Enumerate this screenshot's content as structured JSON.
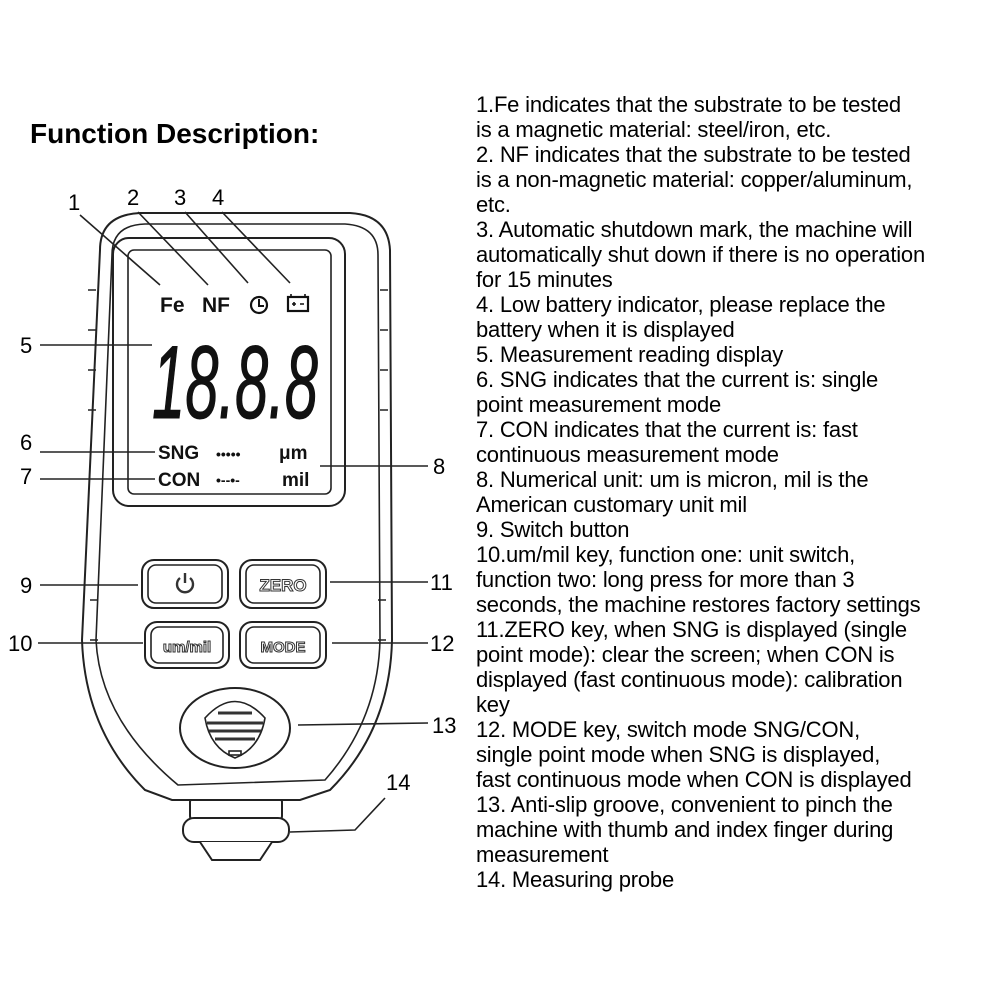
{
  "title": "Function Description:",
  "device": {
    "lcd": {
      "fe": "Fe",
      "nf": "NF",
      "reading": "18.8.8",
      "sng": "SNG",
      "con": "CON",
      "um": "μm",
      "mil": "mil"
    },
    "buttons": {
      "zero": "ZERO",
      "um_mil": "um/mil",
      "mode": "MODE"
    },
    "icons": [
      "clock-icon",
      "battery-icon",
      "power-icon"
    ]
  },
  "callouts": [
    "1",
    "2",
    "3",
    "4",
    "5",
    "6",
    "7",
    "8",
    "9",
    "10",
    "11",
    "12",
    "13",
    "14"
  ],
  "description_lines": [
    "1.Fe indicates that the substrate to be tested",
    "is a magnetic material: steel/iron, etc.",
    "2. NF indicates that the substrate to be tested",
    "is a non-magnetic material: copper/aluminum,",
    "etc.",
    "3. Automatic shutdown mark, the machine will",
    "automatically shut down if there is no operation",
    "for 15 minutes",
    "4. Low battery indicator, please replace the",
    "battery when it is displayed",
    "5. Measurement reading display",
    "6. SNG indicates that the current is: single",
    "point measurement mode",
    "7. CON indicates that the current is: fast",
    "continuous measurement mode",
    "8. Numerical unit: um is micron, mil is the",
    "American customary unit mil",
    "9. Switch button",
    "10.um/mil key, function one: unit switch,",
    "function two: long press for more than 3",
    "seconds, the machine restores factory settings",
    "11.ZERO key, when SNG is displayed (single",
    "point mode): clear the screen; when CON is",
    "displayed (fast continuous mode): calibration",
    "key",
    "12. MODE key, switch mode SNG/CON,",
    "single point mode when SNG is displayed,",
    "fast continuous mode when CON is displayed",
    "13. Anti-slip groove, convenient to pinch the",
    "machine with thumb and index finger during",
    "measurement",
    "14. Measuring probe"
  ]
}
